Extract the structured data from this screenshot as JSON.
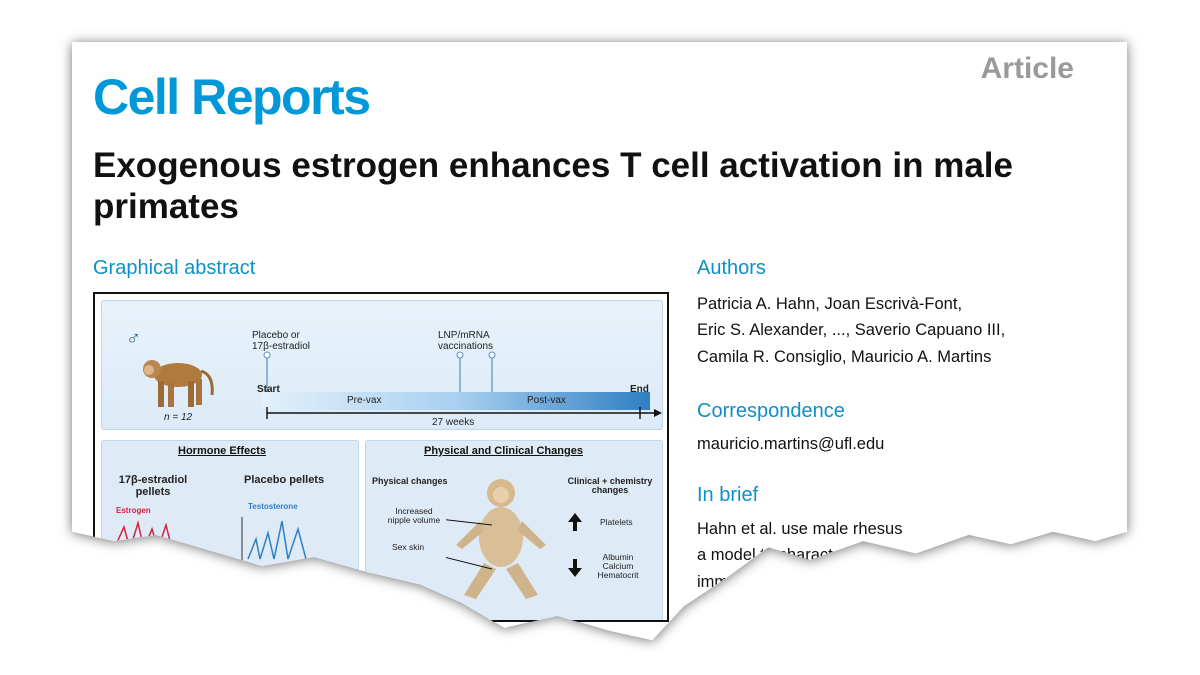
{
  "header": {
    "journal": "Cell Reports",
    "article_type": "Article",
    "title": "Exogenous estrogen enhances T cell activation in male primates"
  },
  "graphical_abstract": {
    "heading": "Graphical abstract",
    "male_symbol": "♂",
    "n_label": "n = 12",
    "placebo_label": "Placebo or 17β-estradiol",
    "lnp_label": "LNP/mRNA vaccinations",
    "start": "Start",
    "end": "End",
    "pre_vax": "Pre-vax",
    "post_vax": "Post-vax",
    "duration": "27 weeks",
    "hormone_panel": {
      "heading": "Hormone Effects",
      "col1": "17β-estradiol pellets",
      "col2": "Placebo pellets",
      "estrogen": "Estrogen",
      "testosterone": "Testosterone"
    },
    "clinical_panel": {
      "heading": "Physical and Clinical Changes",
      "physical": "Physical changes",
      "clinical": "Clinical + chemistry changes",
      "nipple": "Increased nipple volume",
      "sex_skin": "Sex skin",
      "platelets": "Platelets",
      "decreased": "Albumin Calcium Hematocrit"
    }
  },
  "authors": {
    "heading": "Authors",
    "lines": [
      "Patricia A. Hahn, Joan Escrivà-Font,",
      "Eric S. Alexander, ..., Saverio Capuano III,",
      "Camila R. Consiglio, Mauricio A. Martins"
    ]
  },
  "correspondence": {
    "heading": "Correspondence",
    "email": "mauricio.martins@ufl.edu"
  },
  "in_brief": {
    "heading": "In brief",
    "lines": [
      "Hahn et al. use male rhesus",
      "a model to characte",
      "immunological c"
    ]
  },
  "colors": {
    "brand": "#0098d8",
    "section": "#0d8fc7",
    "estrogen": "#d6203a",
    "testosterone": "#2f7fc4"
  }
}
